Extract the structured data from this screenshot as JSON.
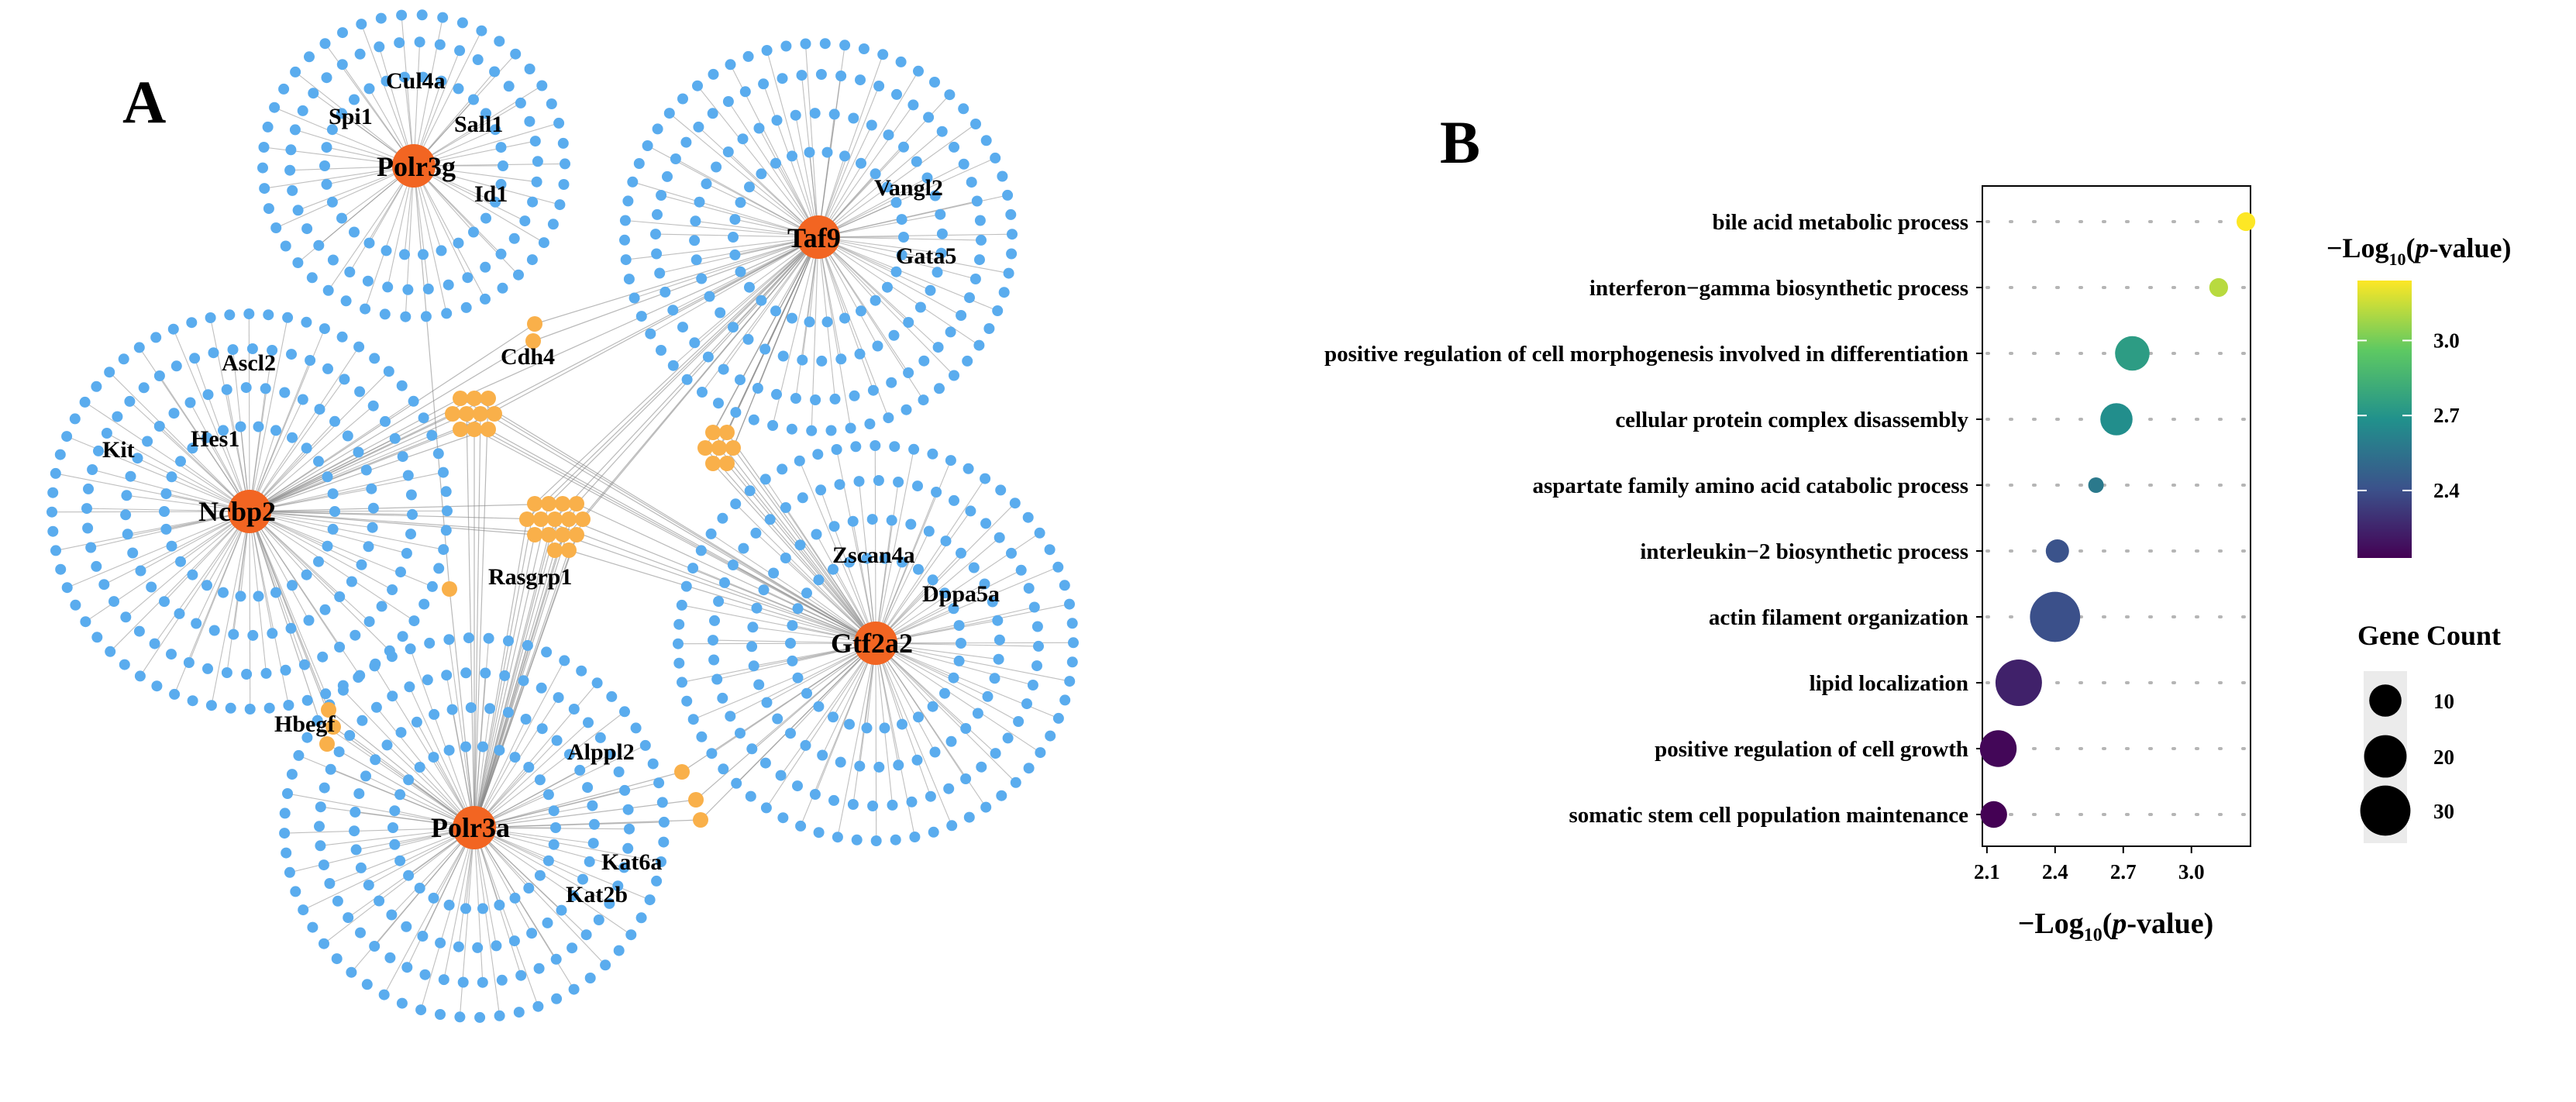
{
  "panel_a": {
    "letter": "A",
    "colors": {
      "leaf": "#5aacee",
      "hub": "#f26522",
      "connector": "#f9b04a",
      "edge": "#8a8a8a"
    },
    "hubs": [
      {
        "id": "polr3g",
        "label": "Polr3g"
      },
      {
        "id": "taf9",
        "label": "Taf9"
      },
      {
        "id": "ncbp2",
        "label": "Ncbp2"
      },
      {
        "id": "gtf2a2",
        "label": "Gtf2a2"
      },
      {
        "id": "polr3a",
        "label": "Polr3a"
      }
    ],
    "gene_labels": [
      "Cul4a",
      "Spi1",
      "Sall1",
      "Id1",
      "Vangl2",
      "Gata5",
      "Cdh4",
      "Ascl2",
      "Hes1",
      "Kit",
      "Rasgrp1",
      "Zscan4a",
      "Dppa5a",
      "Hbegf",
      "Alppl2",
      "Kat6a",
      "Kat2b"
    ]
  },
  "panel_b": {
    "letter": "B",
    "chart_data": {
      "type": "scatter",
      "y_categories": [
        "bile acid metabolic process",
        "interferon−gamma biosynthetic process",
        "positive regulation of cell morphogenesis involved in differentiation",
        "cellular protein complex disassembly",
        "aspartate family amino acid catabolic process",
        "interleukin−2 biosynthetic process",
        "actin filament organization",
        "lipid localization",
        "positive regulation of cell growth",
        "somatic stem cell population maintenance"
      ],
      "x_values": [
        3.24,
        3.12,
        2.74,
        2.67,
        2.58,
        2.41,
        2.4,
        2.24,
        2.15,
        2.13
      ],
      "gene_count": [
        2,
        2,
        12,
        10,
        1,
        4,
        30,
        25,
        14,
        6
      ],
      "xlabel": "−Log10(p-value)",
      "xlim": [
        2.08,
        3.26
      ],
      "x_ticks": [
        "2.1",
        "2.4",
        "2.7",
        "3.0"
      ],
      "x_tick_values": [
        2.1,
        2.4,
        2.7,
        3.0
      ],
      "colorbar": {
        "title": "−Log10(p-value)",
        "range": [
          2.13,
          3.24
        ],
        "ticks": [
          "3.0",
          "2.7",
          "2.4"
        ],
        "tick_values": [
          3.0,
          2.7,
          2.4
        ],
        "colors": [
          "#440154",
          "#3b528b",
          "#21918c",
          "#5ec962",
          "#fde725"
        ]
      },
      "size_legend": {
        "title": "Gene Count",
        "ticks": [
          "10",
          "20",
          "30"
        ],
        "values": [
          10,
          20,
          30
        ]
      },
      "grid": "dotted"
    }
  }
}
